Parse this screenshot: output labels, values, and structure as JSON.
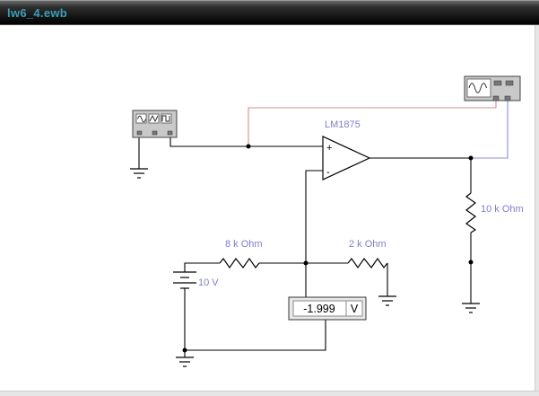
{
  "window": {
    "title": "lw6_4.ewb"
  },
  "colors": {
    "wire": "#000000",
    "probe_red": "#d98c8c",
    "probe_blue": "#8c8cd9",
    "label": "#7f7fcc",
    "title_text": "#3a9eb5"
  },
  "components": {
    "opamp": {
      "label": "LM1875",
      "plus_input": "+",
      "minus_input": "-"
    },
    "resistors": [
      {
        "label": "8 k Ohm"
      },
      {
        "label": "2 k Ohm"
      },
      {
        "label": "10 k Ohm"
      }
    ],
    "battery": {
      "label": "10 V"
    },
    "voltmeter": {
      "reading": "-1.999",
      "unit": "V"
    }
  }
}
